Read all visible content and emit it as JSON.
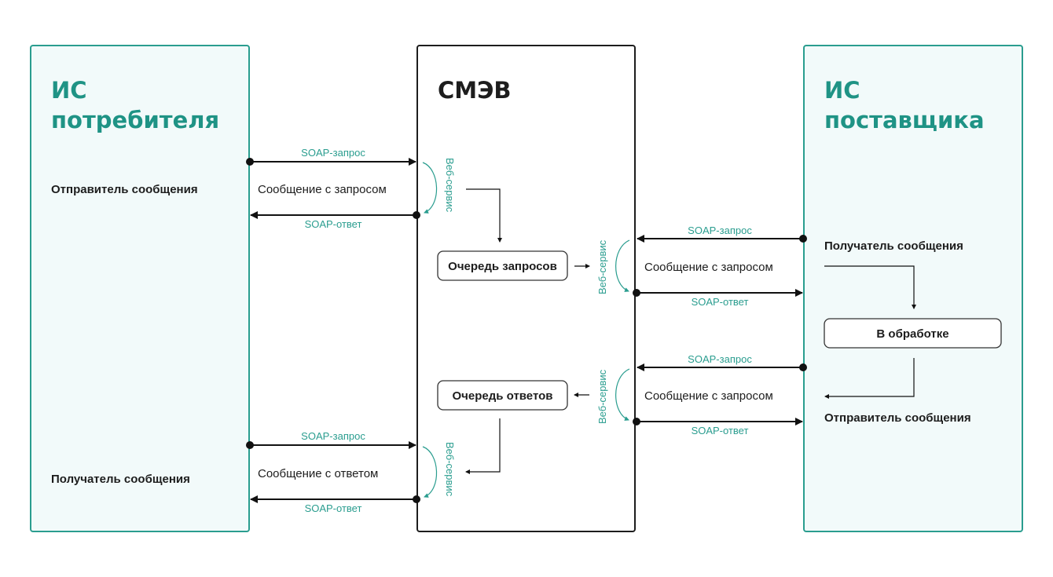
{
  "colors": {
    "accent": "#2a9d8f",
    "consumer_border": "#2a9d8f",
    "panel_fill": "#f2fafa",
    "smev_border": "#1d1d1d",
    "text": "#1d1d1d"
  },
  "consumer": {
    "title_line1": "ИС",
    "title_line2": "потребителя",
    "sender": "Отправитель сообщения",
    "receiver": "Получатель сообщения"
  },
  "smev": {
    "title": "СМЭВ",
    "request_queue": "Очередь запросов",
    "response_queue": "Очередь ответов",
    "web_service": "Веб-сервис"
  },
  "provider": {
    "title_line1": "ИС",
    "title_line2": "поставщика",
    "receiver": "Получатель сообщения",
    "processing": "В обработке",
    "sender": "Отправитель сообщения"
  },
  "exchanges": [
    {
      "request": "SOAP-запрос",
      "message": "Сообщение с запросом",
      "response": "SOAP-ответ"
    },
    {
      "request": "SOAP-запрос",
      "message": "Сообщение с запросом",
      "response": "SOAP-ответ"
    },
    {
      "request": "SOAP-запрос",
      "message": "Сообщение с запросом",
      "response": "SOAP-ответ"
    },
    {
      "request": "SOAP-запрос",
      "message": "Сообщение с ответом",
      "response": "SOAP-ответ"
    }
  ]
}
